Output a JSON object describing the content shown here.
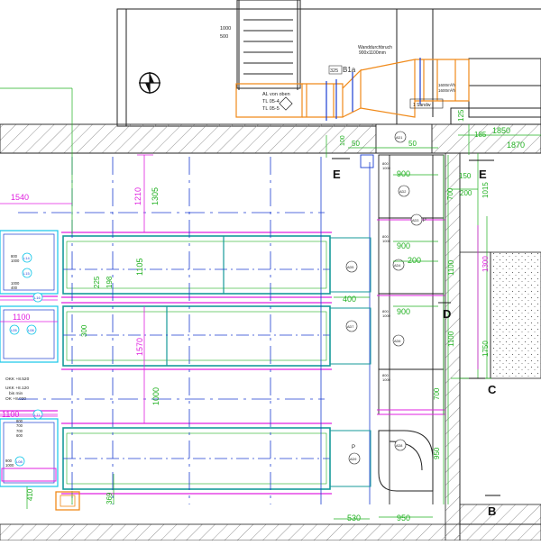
{
  "colors": {
    "background": "#ffffff",
    "linework": "#1f1f1f",
    "dimension": "#20b020",
    "dimension_magenta": "#e021e0",
    "duct_green": "#169a9a",
    "duct_blue": "#1c3ed1",
    "duct_cyan": "#15c6e8",
    "duct_orange": "#f08a1a",
    "hatch": "#808080"
  },
  "labels": {
    "n_1000": "1000",
    "n_500": "500",
    "n_325": "325",
    "n_b1a": "B1a",
    "wanddurchbruch": "Wanddurchbruch",
    "wanddurchbruch_size": "900x1100mm",
    "note_al": "AL von oben",
    "note_tl1": "TL 05-4",
    "note_tl2": "TL 05-5",
    "sandw": "1 Sandw",
    "flow_note1": "1600m³/h",
    "flow_note2": "1600m³/h"
  },
  "dimensions": {
    "d_1850": "1850",
    "d_1870": "1870",
    "d_185": "185",
    "d_125": "125",
    "d_150": "150",
    "d_200": "200",
    "d_1015": "1015",
    "d_1300": "1300",
    "d_1100a": "1100",
    "d_1100b": "1100",
    "d_1750": "1750",
    "d_700a": "700",
    "d_700b": "700",
    "d_900a": "900",
    "d_900b": "900",
    "d_900c": "900",
    "d_200b": "200",
    "d_400": "400",
    "d_950a": "950",
    "d_950b": "950",
    "d_530": "530",
    "d_50a": "50",
    "d_50b": "50",
    "d_100": "100",
    "d_1540": "1540",
    "d_1210": "1210",
    "d_1305": "1305",
    "d_1105": "1105",
    "d_1570": "1570",
    "d_1000": "1000",
    "d_1100": "1100",
    "d_1100c": "1100",
    "d_225": "225",
    "d_198": "198",
    "d_300": "300",
    "d_369": "369",
    "d_410": "410"
  },
  "section_marks": {
    "e_left": "E",
    "e_right": "E",
    "d": "D",
    "c": "C",
    "b": "B"
  },
  "tags": {
    "ad1": "AD1",
    "ad2": "AD2",
    "ad3": "AD3",
    "ad4": "AD4",
    "ad5": "AD5",
    "ad6": "AD6",
    "ad7": "AD7",
    "ad8": "AD8",
    "ad9": "AD9",
    "p1": "P",
    "p2": "P",
    "l14": "L14",
    "l15": "L15",
    "l16": "L16",
    "l05": "L05",
    "l06": "L06",
    "l11": "L11",
    "l08": "L08"
  },
  "duct_sizes": {
    "s800_1000a": "800",
    "s800_1000a2": "1000",
    "s800_1000b": "800",
    "s800_1000b2": "1000",
    "s800_1000c": "800",
    "s800_1000c2": "1000",
    "s800_1000d": "800",
    "s800_1000d2": "1000",
    "s800_1000e": "800",
    "s800_1000e2": "1000",
    "s800_700": "800",
    "s800_7002": "700",
    "s700_600": "700",
    "s700_6002": "600",
    "s900_1000": "900",
    "s900_10002": "1000",
    "s1000_400": "1000",
    "s1000_4002": "400"
  },
  "notes_left": {
    "okk": "OKK +8.520",
    "ukk": "UKK +8.120",
    "bis": "bis min",
    "ok_val": "OK +8.020"
  }
}
